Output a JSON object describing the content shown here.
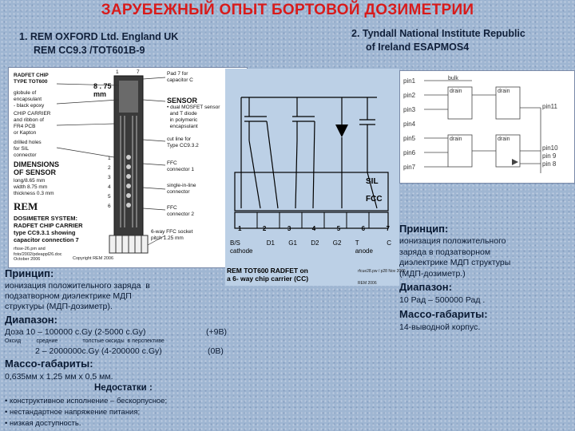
{
  "title": "ЗАРУБЕЖНЫЙ ОПЫТ БОРТОВОЙ ДОЗИМЕТРИИ",
  "source1": {
    "line1": "1.  REM OXFORD Ltd. England UK",
    "line2": "REM CC9.3 /TOT601B-9"
  },
  "source2": {
    "line1": "2.  Tyndall National  Institute Republic",
    "line2": "of Ireland ESAPMOS4"
  },
  "fig_left": {
    "radfet_chip": "RADFET CHIP\nTYPE TOT600",
    "globule": "globule of\nencapsulant\n- black epoxy",
    "chip_carrier": "CHIP CARRIER\nand ribbon of\nFR4 PCB\nor Kapton",
    "drilled": "drilled holes\nfor SIL\nconnector",
    "dimensions": "DIMENSIONS\nOF SENSOR",
    "dims_values": "long/8.65 mm\nwidth 8.75 mm\nthickness 0.3 mm",
    "rem_logo": "REM",
    "dosimeter": "DOSIMETER SYSTEM:\nRADFET CHIP CARRIER\ntype CC9.3.1 showing\ncapacitor connection 7",
    "width_label": "8 . 75\nmm",
    "pad_label": "Pad 7 for\ncapacitor C",
    "sensor": "SENSOR",
    "sensor_desc": "• dual MOSFET sensor\n  and T diode\n  in polymeric\n  encapsulant",
    "cutline": "cut line for\nType CC9.3.2",
    "ffc1": "FFC\nconnector 1",
    "sil": "single-in-line\nconnector",
    "ffc2": "FFC\nconnector 2",
    "ffc_socket": "6-way FFC socket\npitch 1.25 mm",
    "footer": "rfsse-26.pm and\nfoto/2002/pdeappl26.doc\nOctober 2006",
    "copyright": "Copyright REM 2006",
    "pad_numbers": [
      "1",
      "7"
    ],
    "pin_numbers": [
      "1",
      "2",
      "3",
      "4",
      "5",
      "6"
    ]
  },
  "fig_mid": {
    "sil": "SIL",
    "fcc": "FCC",
    "pins": [
      "1",
      "2",
      "3",
      "4",
      "5",
      "6",
      "7"
    ],
    "pin_labels": [
      "B/S\ncathode",
      "D1",
      "G1",
      "D2",
      "G2",
      "T\nanode",
      "C"
    ],
    "caption": "REM TOT600 RADFET on\na 6- way chip carrier (CC)",
    "ref": "rfcue28.pw / p28 Nov 2006",
    "ref2": "REM 2006"
  },
  "fig_right": {
    "pins_left": [
      "pin1",
      "pin2",
      "pin3",
      "pin4",
      "pin5",
      "pin6",
      "pin7"
    ],
    "pins_right": [
      "pin11",
      "pin10",
      "pin 9",
      "pin 8"
    ],
    "labels": [
      "bulk",
      "drain",
      "drain",
      "drain",
      "drain"
    ]
  },
  "left": {
    "principle_header": "Принцип:",
    "principle_text": "ионизация положительного заряда  в\nподзатворном диэлектрике МДП\nструктуры (МДП-дозиметр).",
    "range_header": "Диапазон:",
    "range1": "Доза  10 – 100000 c.Gy  (2-5000 c.Gy)",
    "range1_v": "(+9В)",
    "oxide": "Оксид          средние                толстые оксиды  в перспективе",
    "range2": "2 – 2000000c.Gy  (4-200000 c.Gy)",
    "range2_v": "(0В)",
    "mass_header": "Массо-габариты:",
    "mass_text": "0,635мм х 1,25 мм х 0,5 мм.",
    "flaws_header": "Недостатки :",
    "flaws": [
      "• конструктивное исполнение – бескорпусное;",
      "• нестандартное напряжение питания;",
      "• низкая доступность."
    ]
  },
  "right": {
    "principle_header": "Принцип:",
    "principle_text": "ионизация положительного\nзаряда в подзатворном\nдиэлектрике МДП структуры\n(МДП-дозиметр.)",
    "range_header": "Диапазон:",
    "range_text": "10 Рад – 500000 Рад .",
    "mass_header": "Массо-габариты:",
    "mass_text": "14-выводной корпус."
  }
}
